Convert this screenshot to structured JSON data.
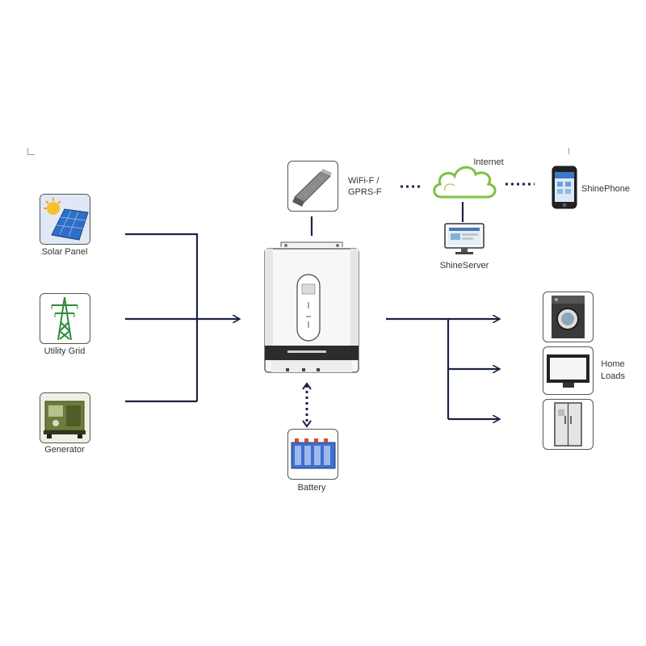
{
  "sources": {
    "solar_panel": "Solar Panel",
    "utility_grid": "Utility Grid",
    "generator": "Generator"
  },
  "communication": {
    "wifi_line1": "WiFi-F /",
    "wifi_line2": "GPRS-F",
    "internet": "Internet",
    "shine_server": "ShineServer",
    "shine_phone": "ShinePhone"
  },
  "storage": {
    "battery": "Battery"
  },
  "loads": {
    "home_line1": "Home",
    "home_line2": "Loads"
  },
  "colors": {
    "line": "#1b2346",
    "cloud_green": "#7fc140",
    "solar_blue": "#2f6fc7",
    "tower_green": "#2e8b3a",
    "generator_green": "#6b7d3a",
    "battery_blue": "#3f6fd0"
  },
  "icons": [
    "solar-panel-icon",
    "pylon-icon",
    "generator-icon",
    "wifi-dongle-icon",
    "cloud-icon",
    "monitor-icon",
    "phone-icon",
    "inverter-icon",
    "battery-icon",
    "washing-machine-icon",
    "tv-icon",
    "fridge-icon"
  ]
}
